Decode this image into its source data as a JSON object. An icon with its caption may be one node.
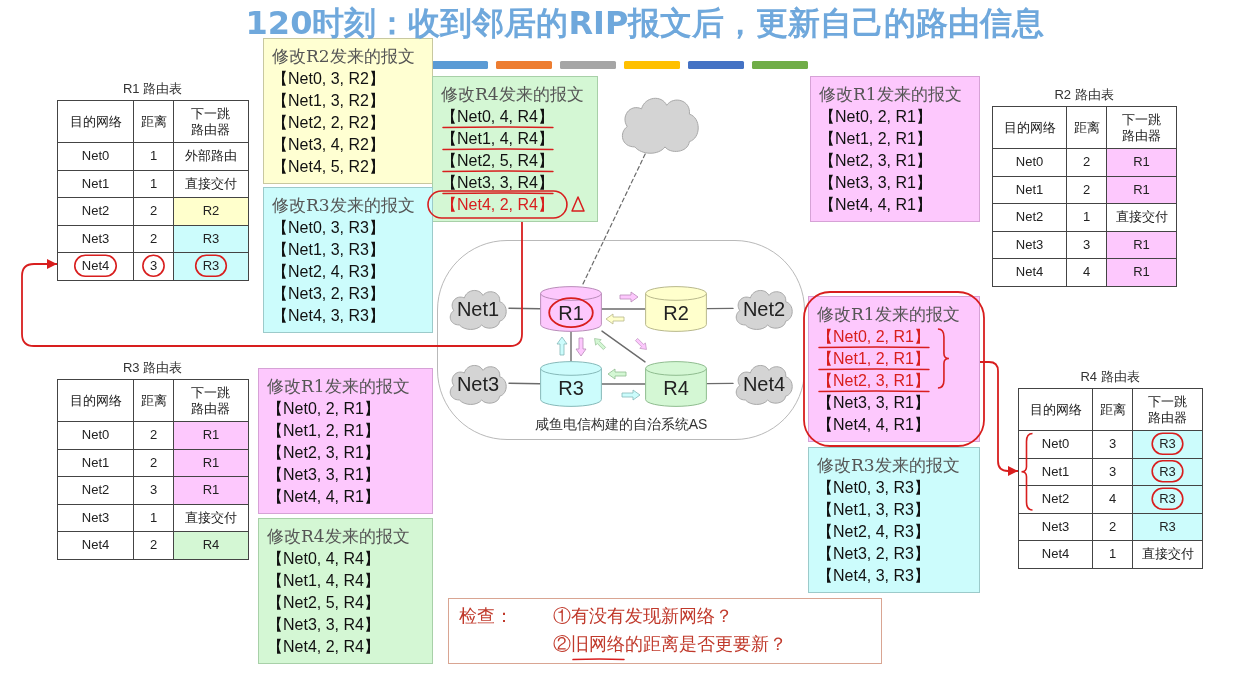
{
  "diagram": {
    "title": "120时刻：收到邻居的RIP报文后，更新自己的路由信息",
    "nodes": [
      {
        "text": [
          "R1 路由表"
        ]
      },
      {
        "text": [
          "修改R2发来的报文",
          "【Net0, 3, R2】",
          "【Net1, 3, R2】",
          "【Net2, 2, R2】",
          "【Net3, 4, R2】",
          "【Net4, 5, R2】"
        ]
      },
      {
        "text": [
          "修改R4发来的报文",
          "【Net0, 4, R4】",
          "【Net1, 4, R4】",
          "【Net2, 5, R4】",
          "【Net3, 3, R4】",
          "【Net4, 2, R4】"
        ]
      },
      {
        "text": [],
        "shape": "cloud"
      },
      {
        "text": [
          "修改R1发来的报文",
          "【Net0, 2, R1】",
          "【Net1, 2, R1】",
          "【Net2, 3, R1】",
          "【Net3, 3, R1】",
          "【Net4, 4, R1】"
        ]
      },
      {
        "text": [
          "R2 路由表"
        ]
      },
      {
        "text": [
          "修改R3发来的报文",
          "【Net0, 3, R3】",
          "【Net1, 3, R3】",
          "【Net2, 4, R3】",
          "【Net3, 2, R3】",
          "【Net4, 3, R3】"
        ]
      },
      {
        "text": [
          "咸鱼电信构建的自治系统AS"
        ]
      },
      {
        "text": [
          "Net1"
        ],
        "in": 7
      },
      {
        "text": [
          "R1"
        ],
        "in": 7
      },
      {
        "text": [
          "R2"
        ],
        "in": 7
      },
      {
        "text": [
          "Net2"
        ],
        "in": 7
      },
      {
        "text": [
          "Net3"
        ],
        "in": 7
      },
      {
        "text": [
          "R3"
        ],
        "in": 7
      },
      {
        "text": [
          "R4"
        ],
        "in": 7
      },
      {
        "text": [
          "Net4"
        ],
        "in": 7
      },
      {
        "text": [
          "修改R1发来的报文",
          "【Net0, 2, R1】",
          "【Net1, 2, R1】",
          "【Net2, 3, R1】",
          "【Net3, 3, R1】",
          "【Net4, 4, R1】"
        ]
      },
      {
        "text": [
          "R3 路由表"
        ]
      },
      {
        "text": [
          "修改R1发来的报文",
          "【Net0, 2, R1】",
          "【Net1, 2, R1】",
          "【Net2, 3, R1】",
          "【Net3, 3, R1】",
          "【Net4, 4, R1】"
        ]
      },
      {
        "text": [
          "R4 路由表"
        ]
      },
      {
        "text": [
          "修改R3发来的报文",
          "【Net0, 3, R3】",
          "【Net1, 3, R3】",
          "【Net2, 4, R3】",
          "【Net3, 2, R3】",
          "【Net4, 3, R3】"
        ]
      },
      {
        "text": [
          "修改R4发来的报文",
          "【Net0, 4, R4】",
          "【Net1, 4, R4】",
          "【Net2, 5, R4】",
          "【Net3, 3, R4】",
          "【Net4, 2, R4】"
        ]
      },
      {
        "text": [
          "检查：",
          "①有没有发现新网络？",
          "②旧网络的距离是否更要新？"
        ]
      }
    ],
    "edges": [
      {
        "from": 8,
        "to": 9,
        "arrow": "none"
      },
      {
        "from": 9,
        "to": 10,
        "arrow": "none"
      },
      {
        "from": 10,
        "to": 11,
        "arrow": "none"
      },
      {
        "from": 3,
        "to": 9,
        "arrow": "none",
        "style": "dashed"
      },
      {
        "from": 9,
        "to": 13,
        "arrow": "none"
      },
      {
        "from": 9,
        "to": 14,
        "arrow": "none"
      },
      {
        "from": 12,
        "to": 13,
        "arrow": "none"
      },
      {
        "from": 13,
        "to": 14,
        "arrow": "none"
      },
      {
        "from": 14,
        "to": 15,
        "arrow": "none"
      },
      {
        "from": 2,
        "to": 0,
        "arrow": "to",
        "color": "#d81e1e"
      },
      {
        "from": 16,
        "to": 19,
        "arrow": "to",
        "color": "#d81e1e"
      }
    ],
    "labels": [
      "目的网络",
      "距离",
      "下一跳路由器",
      "Net0",
      "1",
      "外部路由",
      "Net1",
      "1",
      "直接交付",
      "Net2",
      "2",
      "R2",
      "Net3",
      "2",
      "R3",
      "Net4",
      "3",
      "R3",
      "目的网络",
      "距离",
      "下一跳路由器",
      "Net0",
      "2",
      "R1",
      "Net1",
      "2",
      "R1",
      "Net2",
      "1",
      "直接交付",
      "Net3",
      "3",
      "R1",
      "Net4",
      "4",
      "R1",
      "目的网络",
      "距离",
      "下一跳路由器",
      "Net0",
      "2",
      "R1",
      "Net1",
      "2",
      "R1",
      "Net2",
      "3",
      "R1",
      "Net3",
      "1",
      "直接交付",
      "Net4",
      "2",
      "R4",
      "目的网络",
      "距离",
      "下一跳路由器",
      "Net0",
      "3",
      "R3",
      "Net1",
      "3",
      "R3",
      "Net2",
      "4",
      "R3",
      "Net3",
      "2",
      "R3",
      "Net4",
      "1",
      "直接交付"
    ]
  }
}
